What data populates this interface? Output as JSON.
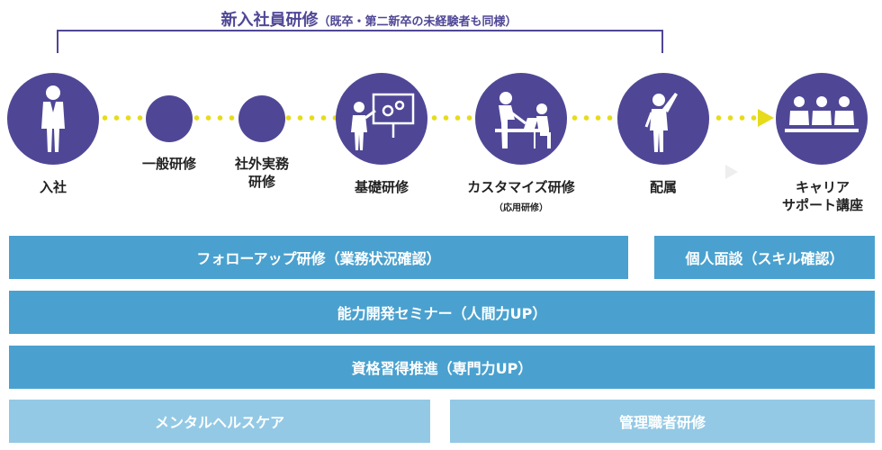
{
  "header": {
    "title": "新入社員研修",
    "note": "（既卒・第二新卒の未経験者も同様）"
  },
  "steps": [
    {
      "label": "入社",
      "icon": "standing-person-icon"
    },
    {
      "label": "一般研修"
    },
    {
      "label_line1": "社外実務",
      "label_line2": "研修"
    },
    {
      "label": "基礎研修",
      "icon": "presentation-icon"
    },
    {
      "label": "カスタマイズ研修",
      "sub": "（応用研修）",
      "icon": "desk-mentoring-icon"
    },
    {
      "label": "配属",
      "icon": "raised-hand-person-icon"
    },
    {
      "label_line1": "キャリア",
      "label_line2": "サポート講座",
      "icon": "seminar-audience-icon"
    }
  ],
  "programs": {
    "followup": "フォローアップ研修（業務状況確認）",
    "interview": "個人面談（スキル確認）",
    "seminar": "能力開発セミナー（人間力UP）",
    "qualification": "資格習得推進（専門力UP）",
    "mental": "メンタルヘルスケア",
    "management": "管理職者研修"
  },
  "colors": {
    "circle": "#4f4796",
    "dots": "#e6dc1c",
    "bar_dark": "#4aa1cf",
    "bar_light": "#93c9e5"
  }
}
